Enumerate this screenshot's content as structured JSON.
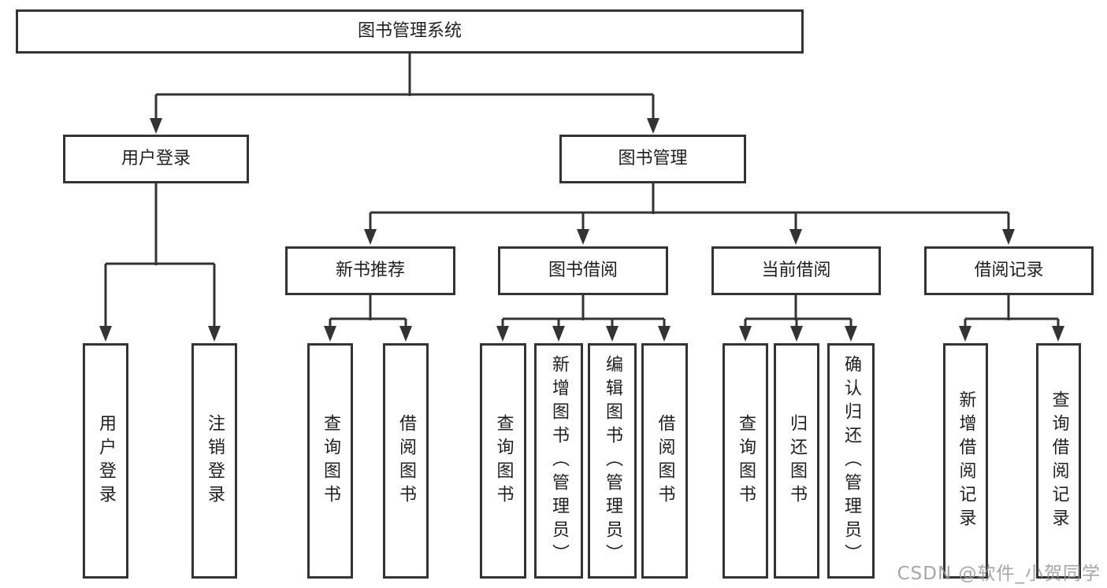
{
  "colors": {
    "line": "#333333",
    "border": "#333333",
    "text": "#1f1f1f",
    "background": "#ffffff",
    "watermark": "#969696"
  },
  "tree": {
    "root": {
      "label": "图书管理系统"
    },
    "branches": [
      {
        "label": "用户登录",
        "children": [
          {
            "label": "用户登录"
          },
          {
            "label": "注销登录"
          }
        ]
      },
      {
        "label": "图书管理",
        "children": [
          {
            "label": "新书推荐",
            "children": [
              {
                "label": "查询图书"
              },
              {
                "label": "借阅图书"
              }
            ]
          },
          {
            "label": "图书借阅",
            "children": [
              {
                "label": "查询图书"
              },
              {
                "label": "新增图书（管理员）"
              },
              {
                "label": "编辑图书（管理员）"
              },
              {
                "label": "借阅图书"
              }
            ]
          },
          {
            "label": "当前借阅",
            "children": [
              {
                "label": "查询图书"
              },
              {
                "label": "归还图书"
              },
              {
                "label": "确认归还（管理员）"
              }
            ]
          },
          {
            "label": "借阅记录",
            "children": [
              {
                "label": "新增借阅记录"
              },
              {
                "label": "查询借阅记录"
              }
            ]
          }
        ]
      }
    ]
  },
  "watermark": {
    "text": "CSDN @软件_小贺同学"
  }
}
